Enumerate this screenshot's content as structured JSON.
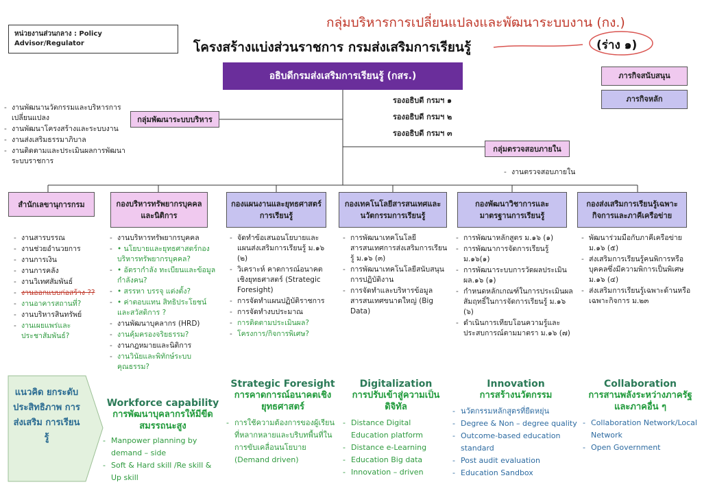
{
  "agency_label": "หน่วยงานส่วนกลาง : Policy Advisor/Regulator",
  "title_top": "กลุ่มบริหารการเปลี่ยนแปลงและพัฒนาระบบงาน (กง.)",
  "title_main": "โครงสร้างแบ่งส่วนราชการ กรมส่งเสริมการเรียนรู้",
  "draft_label": "(ร่าง ๑)",
  "director_general": "อธิบดีกรมส่งเสริมการเรียนรู้ (กสร.)",
  "legend": {
    "support": "ภารกิจสนับสนุน",
    "core": "ภารกิจหลัก"
  },
  "deputies": [
    "รองอธิบดี กรมฯ ๑",
    "รองอธิบดี กรมฯ ๒",
    "รองอธิบดี กรมฯ ๓"
  ],
  "admin_dev_group": {
    "name": "กลุ่มพัฒนาระบบบริหาร",
    "tasks": [
      "งานพัฒนานวัตกรรมและบริหารการเปลี่ยนแปลง",
      "งานพัฒนาโครงสร้างและระบบงาน",
      "งานส่งเสริมธรรมาภิบาล",
      "งานติดตามและประเมินผลการพัฒนาระบบราชการ"
    ]
  },
  "audit_group": {
    "name": "กลุ่มตรวจสอบภายใน",
    "tasks": [
      "งานตรวจสอบภายใน"
    ]
  },
  "units": [
    {
      "name": "สำนักเลขานุการกรม",
      "tasks": [
        {
          "text": "งานสารบรรณ",
          "style": "normal"
        },
        {
          "text": "งานช่วยอำนวยการ",
          "style": "normal"
        },
        {
          "text": "งานการเงิน",
          "style": "normal"
        },
        {
          "text": "งานการคลัง",
          "style": "normal"
        },
        {
          "text": "งานวิเทศสัมพันธ์",
          "style": "normal"
        },
        {
          "text": "งานออกแบบก่อสร้าง ??",
          "style": "strike"
        },
        {
          "text": "งานอาคารสถานที่?",
          "style": "green"
        },
        {
          "text": "งานบริหารสินทรัพย์",
          "style": "normal"
        },
        {
          "text": "งานเผยแพร่และประชาสัมพันธ์?",
          "style": "green"
        }
      ]
    },
    {
      "name": "กองบริหารทรัพยากรบุคคลและนิติการ",
      "tasks": [
        {
          "text": "งานบริหารทรัพยากรบุคคล",
          "style": "normal"
        },
        {
          "text": "• นโยบายและยุทธศาสตร์กองบริหารทรัพยากรบุคคล?",
          "style": "green"
        },
        {
          "text": "• อัตรากำลัง ทะเบียนและข้อมูลกำลังคน?",
          "style": "green"
        },
        {
          "text": "• สรรหา บรรจุ แต่งตั้ง?",
          "style": "green"
        },
        {
          "text": "• ค่าตอบแทน สิทธิประโยชน์และสวัสดิการ ?",
          "style": "green"
        },
        {
          "text": "งานพัฒนาบุคลากร (HRD)",
          "style": "normal"
        },
        {
          "text": "งานคุ้มครองจริยธรรม?",
          "style": "green"
        },
        {
          "text": "งานกฎหมายและนิติการ",
          "style": "normal"
        },
        {
          "text": "งานวินัยและพิทักษ์ระบบคุณธรรม?",
          "style": "green"
        }
      ]
    },
    {
      "name": "กองแผนงานและยุทธศาสตร์การเรียนรู้",
      "tasks": [
        {
          "text": "จัดทำข้อเสนอนโยบายและแผนส่งเสริมการเรียนรู้ ม.๑๖ (๒)",
          "style": "normal"
        },
        {
          "text": "วิเคราะห์ คาดการณ์อนาคตเชิงยุทธศาสตร์ (Strategic Foresight)",
          "style": "normal"
        },
        {
          "text": "การจัดทำแผนปฏิบัติราชการ",
          "style": "normal"
        },
        {
          "text": "การจัดทำงบประมาณ",
          "style": "normal"
        },
        {
          "text": "การติดตามประเมินผล?",
          "style": "green"
        },
        {
          "text": "โครงการ/กิจการพิเศษ?",
          "style": "green"
        }
      ]
    },
    {
      "name": "กองเทคโนโลยีสารสนเทศและนวัตกรรมการเรียนรู้",
      "tasks": [
        {
          "text": "การพัฒนาเทคโนโลยีสารสนเทศการส่งเสริมการเรียนรู้ ม.๑๖ (๓)",
          "style": "normal"
        },
        {
          "text": "การพัฒนาเทคโนโลยีสนับสนุนการปฏิบัติงาน",
          "style": "normal"
        },
        {
          "text": "การจัดทำและบริหารข้อมูลสารสนเทศขนาดใหญ่ (Big Data)",
          "style": "normal"
        }
      ]
    },
    {
      "name": "กองพัฒนาวิชาการและมาตรฐานการเรียนรู้",
      "tasks": [
        {
          "text": "การพัฒนาหลักสูตร ม.๑๖ (๑)",
          "style": "normal"
        },
        {
          "text": "การพัฒนาการจัดการเรียนรู้ ม.๑๖(๑)",
          "style": "normal"
        },
        {
          "text": "การพัฒนาระบบการวัดผลประเมินผล.๑๖ (๑)",
          "style": "normal"
        },
        {
          "text": "กำหนดหลักเกณฑ์ในการประเมินผลสัมฤทธิ์ในการจัดการเรียนรู้ ม.๑๖ (๖)",
          "style": "normal"
        },
        {
          "text": "ดำเนินการเทียบโอนความรู้และประสบการณ์ตามมาตรา ม.๑๖ (๗)",
          "style": "normal"
        }
      ]
    },
    {
      "name": "กองส่งเสริมการเรียนรู้เฉพาะกิจการและภาคีเครือข่าย",
      "tasks": [
        {
          "text": "พัฒนาร่วมมือกับภาคีเครือข่าย ม.๑๖ (๕)",
          "style": "normal"
        },
        {
          "text": "ส่งเสริมการเรียนรู้คนพิการหรือบุคคลซึ่งมีความพิการเป็นพิเศษ ม.๑๖ (๔)",
          "style": "normal"
        },
        {
          "text": "ส่งเสริมการเรียนรู้เฉพาะด้านหรือเฉพาะกิจการ ม.๒๓",
          "style": "normal"
        }
      ]
    }
  ],
  "approach": "แนวคิด ยกระดับ ประสิทธิภาพ การส่งเสริม การเรียนรู้",
  "themes": [
    {
      "en": "Workforce capability",
      "th": "การพัฒนาบุคลากรให้มีขีดสมรรถนะสูง",
      "items": [
        "Manpower planning by demand – side",
        "Soft & Hard skill /Re skill & Up skill"
      ],
      "color": "green"
    },
    {
      "en": "Strategic Foresight",
      "th": "การคาดการณ์อนาคตเชิงยุทธศาสตร์",
      "items": [
        "การใช้ความต้องการของผู้เรียนที่หลากหลายและบริบทพื้นที่ในการขับเคลื่อนนโยบาย (Demand driven)"
      ],
      "color": "green"
    },
    {
      "en": "Digitalization",
      "th": "การปรับเข้าสู่ความเป็นดิจิทัล",
      "items": [
        "Distance Digital Education platform",
        "Distance e-Learning",
        "Education Big data",
        "Innovation – driven"
      ],
      "color": "green"
    },
    {
      "en": "Innovation",
      "th": "การสร้างนวัตกรรม",
      "items": [
        "นวัตกรรมหลักสูตรที่ยืดหยุ่น",
        "Degree & Non – degree quality",
        "Outcome-based education standard",
        "Post audit evaluation",
        "Education Sandbox"
      ],
      "color": "blue"
    },
    {
      "en": "Collaboration",
      "th": "การสานพลังระหว่างภาครัฐและภาคอื่น ๆ",
      "items": [
        "Collaboration Network/Local Network",
        "Open Government"
      ],
      "color": "blue"
    }
  ],
  "colors": {
    "dg": "#6a2e9b",
    "support": "#f0c9ef",
    "core": "#c7c3f0",
    "title_red": "#c0392b",
    "green": "#2e9a3e",
    "theme_green": "#2b7a57"
  }
}
